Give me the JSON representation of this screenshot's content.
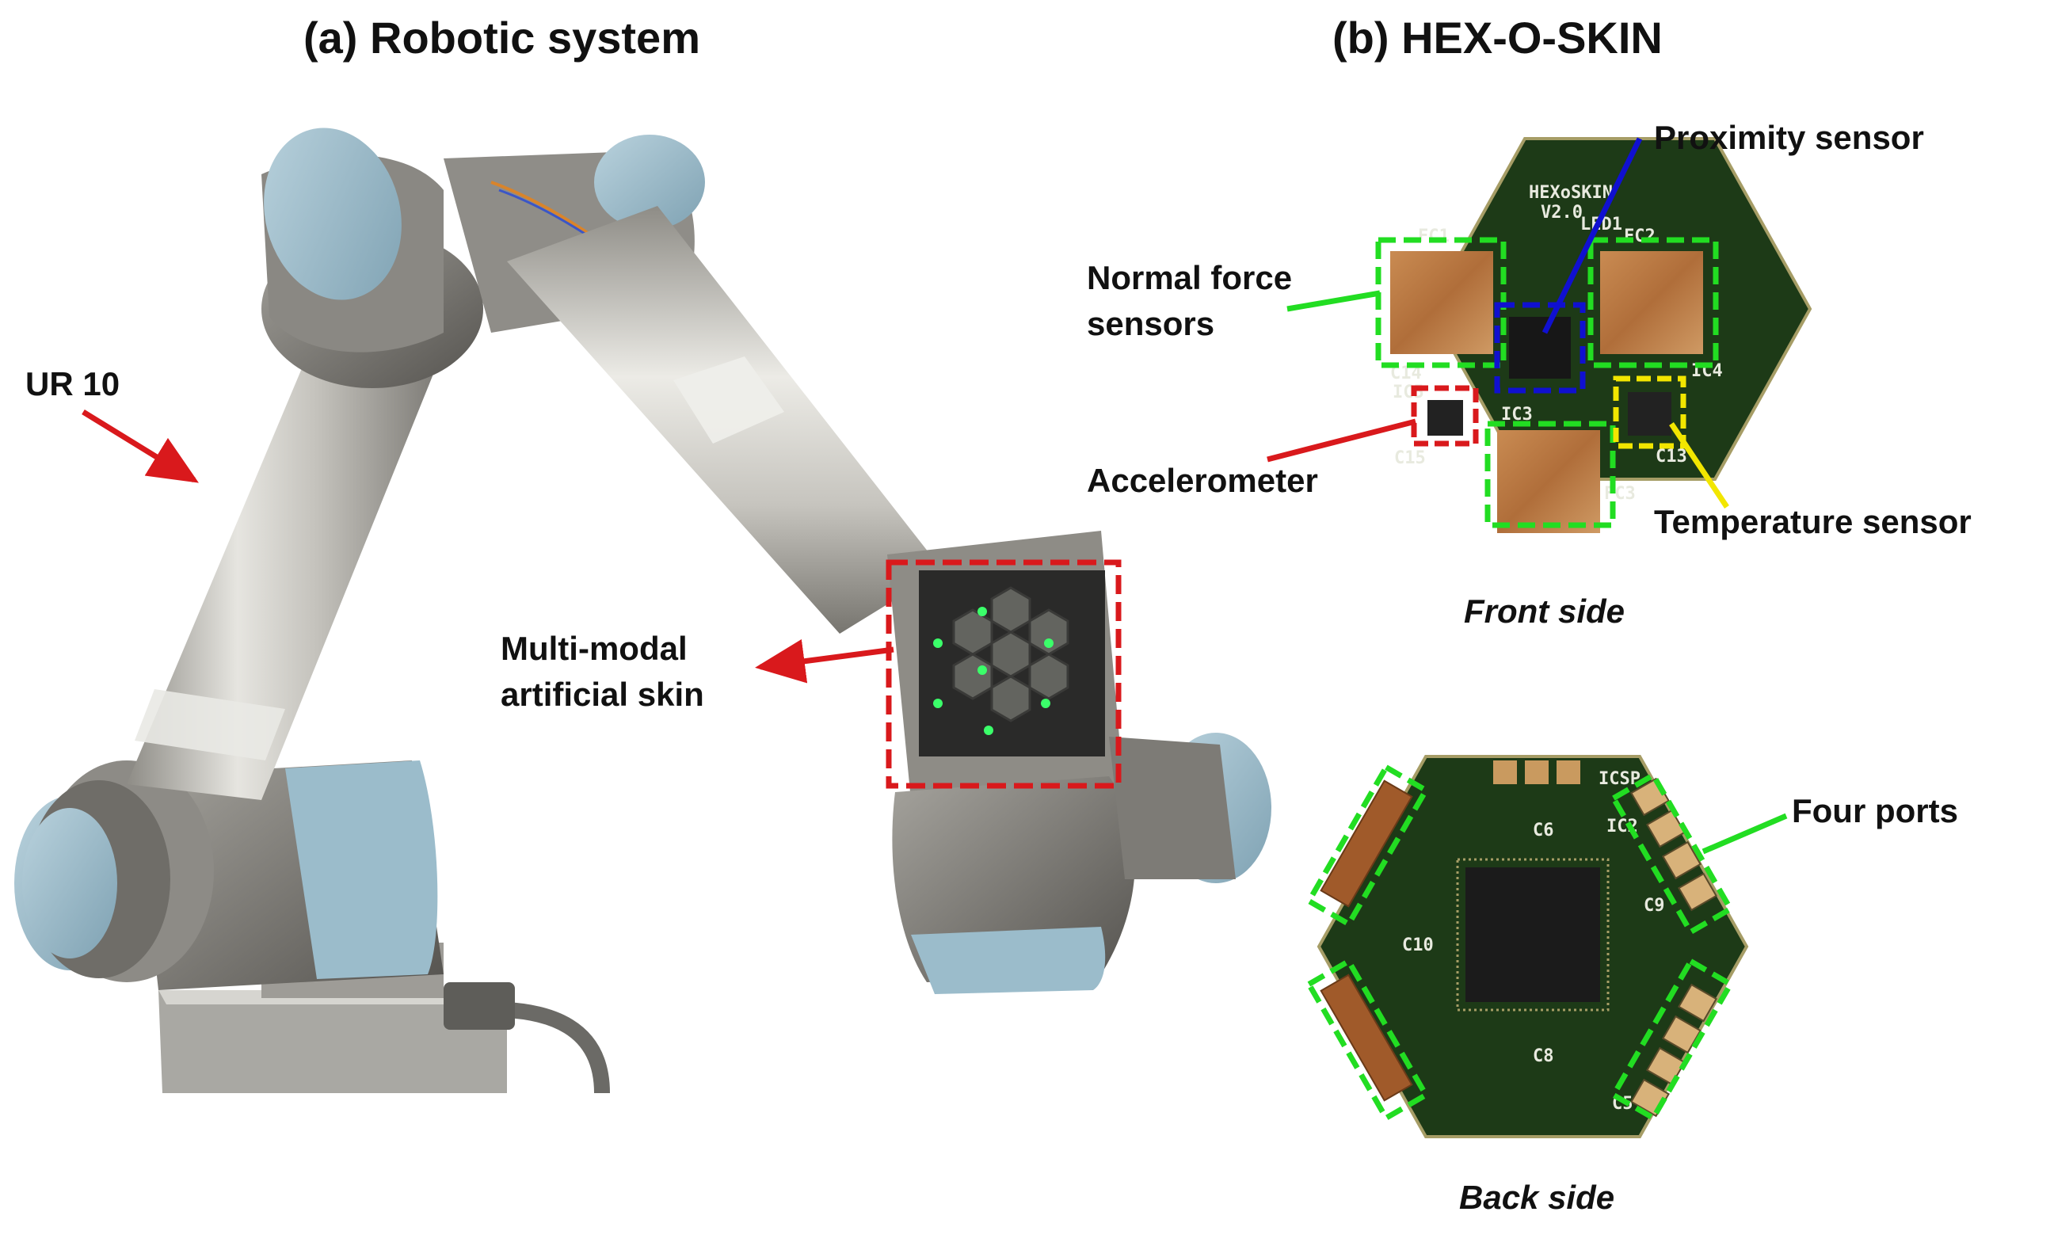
{
  "panels": {
    "a": {
      "title": "(a) Robotic system"
    },
    "b": {
      "title": "(b) HEX-O-SKIN"
    }
  },
  "labels": {
    "ur10": "UR 10",
    "skin_line1": "Multi-modal",
    "skin_line2": "artificial skin",
    "proximity": "Proximity sensor",
    "normal_force_line1": "Normal force",
    "normal_force_line2": "sensors",
    "accelerometer": "Accelerometer",
    "temperature": "Temperature sensor",
    "four_ports": "Four ports"
  },
  "captions": {
    "front": "Front side",
    "back": "Back side"
  },
  "pcb_text": {
    "brand": "HEXoSKIN",
    "version": "V2.0",
    "fc1": "FC1",
    "fc2": "FC2",
    "fc3": "FC3",
    "led1": "LED1",
    "c14": "C14",
    "c15": "C15",
    "c13": "C13",
    "ic3": "IC3",
    "ic4": "IC4",
    "ic5": "IC5",
    "icsp": "ICSP",
    "ic2": "IC2",
    "c6": "C6",
    "c8": "C8",
    "c9": "C9",
    "c10": "C10",
    "c5": "C5"
  },
  "colors": {
    "red_arrow": "#d9191c",
    "green_box": "#22dd22",
    "blue_box": "#1010d0",
    "yellow_box": "#f2e600",
    "pcb_green": "#1d3a17",
    "copper": "#b8743c",
    "robot_blue": "#9bbccb",
    "robot_silver": "#b8b6b0"
  }
}
